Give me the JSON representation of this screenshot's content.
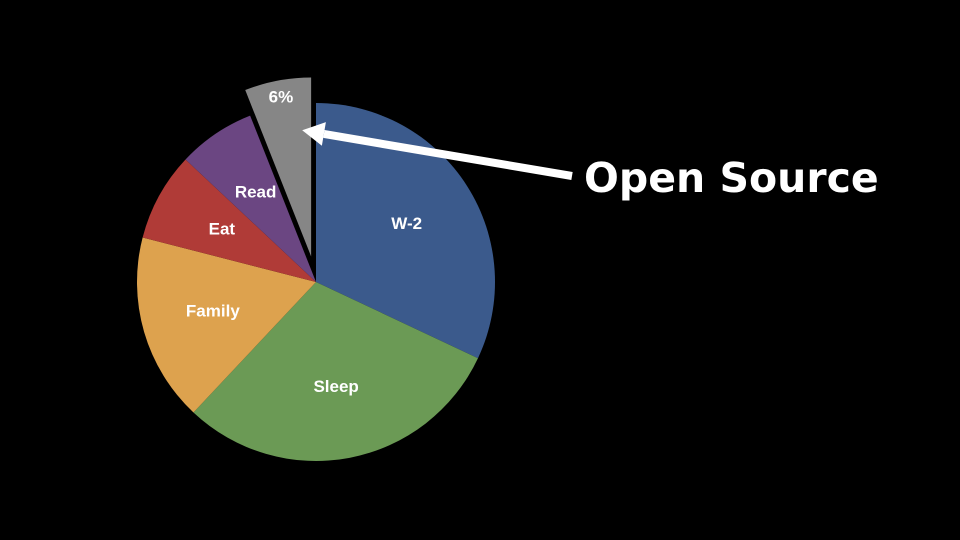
{
  "chart_data": {
    "type": "pie",
    "slices": [
      {
        "label": "W-2",
        "value": 32,
        "color": "#3b5a8c",
        "exploded": false
      },
      {
        "label": "Sleep",
        "value": 30,
        "color": "#6b9a55",
        "exploded": false
      },
      {
        "label": "Family",
        "value": 17,
        "color": "#dda24e",
        "exploded": false
      },
      {
        "label": "Eat",
        "value": 8,
        "color": "#b03b37",
        "exploded": false
      },
      {
        "label": "Read",
        "value": 7,
        "color": "#6b4682",
        "exploded": false
      },
      {
        "label": "6%",
        "value": 6,
        "color": "#868686",
        "exploded": true
      }
    ],
    "annotations": [
      {
        "text": "Open Source",
        "points_to": "6%"
      }
    ]
  }
}
